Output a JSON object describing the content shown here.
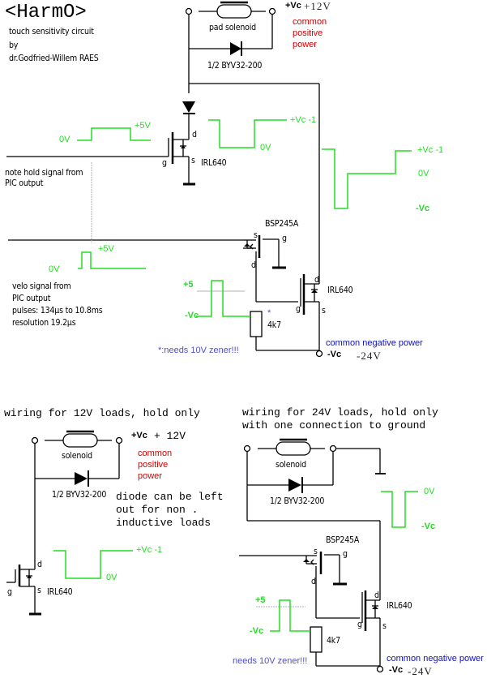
{
  "header": {
    "title": "<HarmO>",
    "subtitle": "touch sensitivity circuit",
    "by": "by",
    "author": "dr.Godfried-Willem RAES"
  },
  "colors": {
    "wire": "#000000",
    "signal": "#22dd22",
    "positive_note": "#d40000",
    "negative_note": "#1010c0",
    "zener_note": "#5050c8",
    "reference_line": "#aaaaaa"
  },
  "top_circuit": {
    "solenoid_label": "pad solenoid",
    "diode_label": "1/2 BYV32-200",
    "vc_label": "+Vc",
    "vc_value": "+12V",
    "positive_power": [
      "common",
      "positive",
      "power"
    ],
    "hold_signal_low": "0V",
    "hold_signal_high": "+5V",
    "hold_signal_label": [
      "note hold signal from",
      "PIC output"
    ],
    "mosfet1_name": "IRL640",
    "pin_d": "d",
    "pin_g": "g",
    "pin_s": "s",
    "drain_wave_high": "+Vc -1",
    "drain_wave_low": "0V",
    "right_wave_high": "+Vc -1",
    "right_wave_mid": "0V",
    "right_wave_low": "-Vc",
    "velo_signal_low": "0V",
    "velo_signal_high": "+5V",
    "velo_label": [
      "velo signal from",
      "PIC output",
      "pulses:  134µs to 10.8ms",
      "resolution 19.2µs"
    ],
    "pmos_name": "BSP245A",
    "gate_wave_high": "+5",
    "gate_wave_low": "-Vc",
    "resistor_label": "4k7",
    "asterisk": "*",
    "zener_note": "*:needs 10V zener!!!",
    "mosfet2_name": "IRL640",
    "negative_power": "common negative power",
    "neg_vc_label": "-Vc",
    "neg_vc_value": "-24V"
  },
  "bottom_left": {
    "heading": "wiring for 12V loads, hold only",
    "solenoid_label": "solenoid",
    "diode_label": "1/2 BYV32-200",
    "vc_label": "+Vc",
    "vc_value": "+ 12V",
    "positive_power": [
      "common",
      "positive",
      "power"
    ],
    "diode_note": [
      "diode can be left",
      "out for non .",
      "inductive loads"
    ],
    "mosfet_name": "IRL640",
    "pin_d": "d",
    "pin_g": "g",
    "pin_s": "s",
    "wave_high": "+Vc -1",
    "wave_low": "0V"
  },
  "bottom_right": {
    "heading": [
      "wiring for 24V loads, hold only",
      "with one connection to ground"
    ],
    "solenoid_label": "solenoid",
    "diode_label": "1/2 BYV32-200",
    "wave_high": "0V",
    "wave_low": "-Vc",
    "pmos_name": "BSP245A",
    "pin_s": "s",
    "pin_g": "g",
    "pin_d": "d",
    "gate_wave_high": "+5",
    "gate_wave_low": "-Vc",
    "resistor_label": "4k7",
    "zener_note": "needs 10V zener!!!",
    "mosfet_name": "IRL640",
    "pin_d2": "d",
    "pin_g2": "g",
    "pin_s2": "s",
    "negative_power": "common negative power",
    "neg_vc_label": "-Vc",
    "neg_vc_value": "-24V"
  }
}
